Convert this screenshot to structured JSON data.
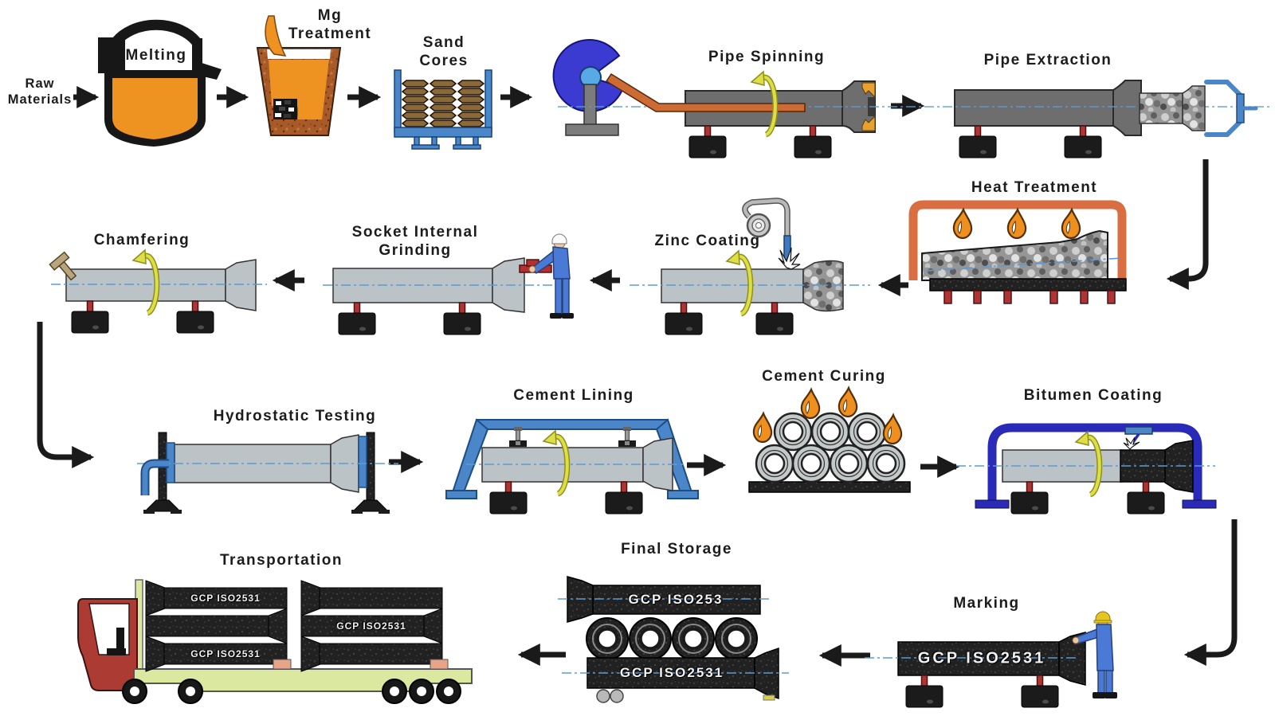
{
  "stations": {
    "raw_materials": {
      "label": "Raw\nMaterials"
    },
    "melting": {
      "label": "Melting",
      "icon": "melting-furnace-icon"
    },
    "mg_treatment": {
      "label": "Mg\nTreatment",
      "icon": "mg-treatment-crucible-icon"
    },
    "sand_cores": {
      "label": "Sand\nCores",
      "icon": "sand-cores-rack-icon"
    },
    "pipe_spinning": {
      "label": "Pipe Spinning",
      "icon": "centrifugal-casting-machine-icon"
    },
    "pipe_extraction": {
      "label": "Pipe Extraction",
      "icon": "pipe-extraction-machine-icon"
    },
    "heat_treatment": {
      "label": "Heat Treatment",
      "icon": "annealing-furnace-icon"
    },
    "zinc_coating": {
      "label": "Zinc Coating",
      "icon": "zinc-spray-station-icon"
    },
    "socket_internal_grinding": {
      "label": "Socket Internal\nGrinding",
      "icon": "grinding-worker-icon"
    },
    "chamfering": {
      "label": "Chamfering",
      "icon": "chamfering-station-icon"
    },
    "hydrostatic_testing": {
      "label": "Hydrostatic Testing",
      "icon": "hydrostatic-test-rig-icon"
    },
    "cement_lining": {
      "label": "Cement Lining",
      "icon": "cement-lining-gantry-icon"
    },
    "cement_curing": {
      "label": "Cement Curing",
      "icon": "curing-pipe-stack-icon"
    },
    "bitumen_coating": {
      "label": "Bitumen Coating",
      "icon": "bitumen-spray-gantry-icon"
    },
    "marking": {
      "label": "Marking",
      "icon": "marking-station-icon",
      "pipe_marking": "GCP  ISO2531"
    },
    "final_storage": {
      "label": "Final Storage",
      "icon": "pipe-storage-icon",
      "top_pipe_marking": "GCP ISO253",
      "bottom_pipe_marking": "GCP  ISO2531"
    },
    "transportation": {
      "label": "Transportation",
      "icon": "pipe-truck-icon",
      "pipe_markings": [
        "GCP ISO2531",
        "GCP ISO2531",
        "GCP ISO2531"
      ]
    }
  },
  "flow_order": [
    "Raw Materials",
    "Melting",
    "Mg Treatment",
    "Sand Cores",
    "Pipe Spinning",
    "Pipe Extraction",
    "Heat Treatment",
    "Zinc Coating",
    "Socket Internal Grinding",
    "Chamfering",
    "Hydrostatic Testing",
    "Cement Lining",
    "Cement Curing",
    "Bitumen Coating",
    "Marking",
    "Final Storage",
    "Transportation"
  ],
  "colors": {
    "molten_orange": "#EE9221",
    "flame_orange": "#EF8F1E",
    "furnace_frame_orange": "#D96E42",
    "rust_brown": "#A85A28",
    "steel_blue": "#4A86C8",
    "ladle_blue": "#3B3BD1",
    "gantry_dark_blue": "#2A2AB8",
    "pipe_light_gray": "#BCC3C7",
    "machine_gray": "#6E6E6E",
    "cast_iron_black": "#212121",
    "rotation_yellow": "#D9D93A",
    "support_red": "#B03434",
    "truck_red": "#AC3B34",
    "trailer_green": "#DBE8A0",
    "centerline_blue": "#5B9BD5",
    "arrow_black": "#1A1A1A"
  }
}
